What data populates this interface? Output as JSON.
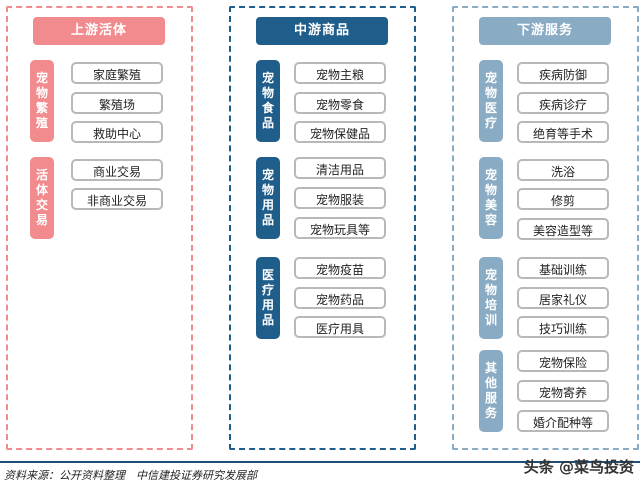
{
  "colors": {
    "upstream": "#f28b8e",
    "midstream": "#1f5d8a",
    "downstream": "#8aabc4"
  },
  "columns": [
    {
      "title": "上游活体",
      "groups": [
        {
          "label": [
            "宠",
            "物",
            "繁",
            "殖"
          ],
          "items": [
            "家庭繁殖",
            "繁殖场",
            "救助中心"
          ]
        },
        {
          "label": [
            "活",
            "体",
            "交",
            "易"
          ],
          "items": [
            "商业交易",
            "非商业交易"
          ]
        }
      ]
    },
    {
      "title": "中游商品",
      "groups": [
        {
          "label": [
            "宠",
            "物",
            "食",
            "品"
          ],
          "items": [
            "宠物主粮",
            "宠物零食",
            "宠物保健品"
          ]
        },
        {
          "label": [
            "宠",
            "物",
            "用",
            "品"
          ],
          "items": [
            "清洁用品",
            "宠物服装",
            "宠物玩具等"
          ]
        },
        {
          "label": [
            "医",
            "疗",
            "用",
            "品"
          ],
          "items": [
            "宠物疫苗",
            "宠物药品",
            "医疗用具"
          ]
        }
      ]
    },
    {
      "title": "下游服务",
      "groups": [
        {
          "label": [
            "宠",
            "物",
            "医",
            "疗"
          ],
          "items": [
            "疾病防御",
            "疾病诊疗",
            "绝育等手术"
          ]
        },
        {
          "label": [
            "宠",
            "物",
            "美",
            "容"
          ],
          "items": [
            "洗浴",
            "修剪",
            "美容造型等"
          ]
        },
        {
          "label": [
            "宠",
            "物",
            "培",
            "训"
          ],
          "items": [
            "基础训练",
            "居家礼仪",
            "技巧训练"
          ]
        },
        {
          "label": [
            "其",
            "他",
            "服",
            "务"
          ],
          "items": [
            "宠物保险",
            "宠物寄养",
            "婚介配种等"
          ]
        }
      ]
    }
  ],
  "source": "资料来源：公开资料整理　中信建投证券研究发展部",
  "watermark": "头条 @菜鸟投资"
}
